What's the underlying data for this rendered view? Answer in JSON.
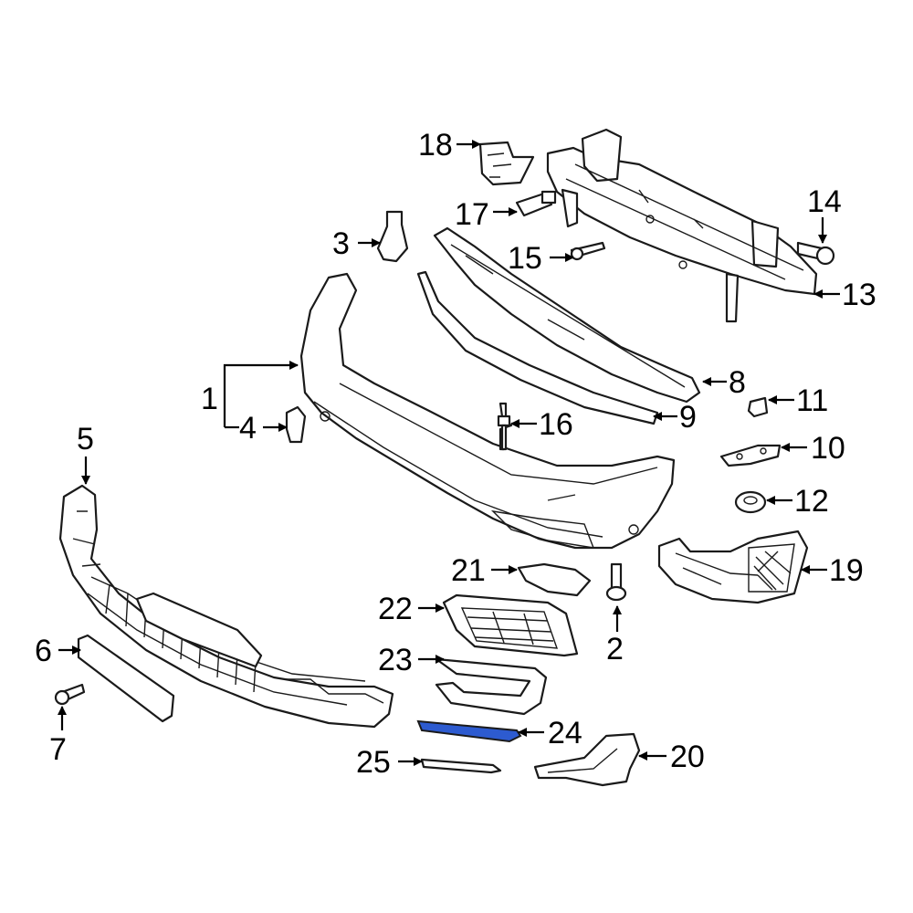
{
  "callouts": {
    "c1": "1",
    "c2": "2",
    "c3": "3",
    "c4": "4",
    "c5": "5",
    "c6": "6",
    "c7": "7",
    "c8": "8",
    "c9": "9",
    "c10": "10",
    "c11": "11",
    "c12": "12",
    "c13": "13",
    "c14": "14",
    "c15": "15",
    "c16": "16",
    "c17": "17",
    "c18": "18",
    "c19": "19",
    "c20": "20",
    "c21": "21",
    "c22": "22",
    "c23": "23",
    "c24": "24",
    "c25": "25"
  },
  "colors": {
    "line": "#1a1a1a",
    "highlight": "#2d5bd0",
    "background": "#ffffff"
  },
  "highlighted_part": "24"
}
